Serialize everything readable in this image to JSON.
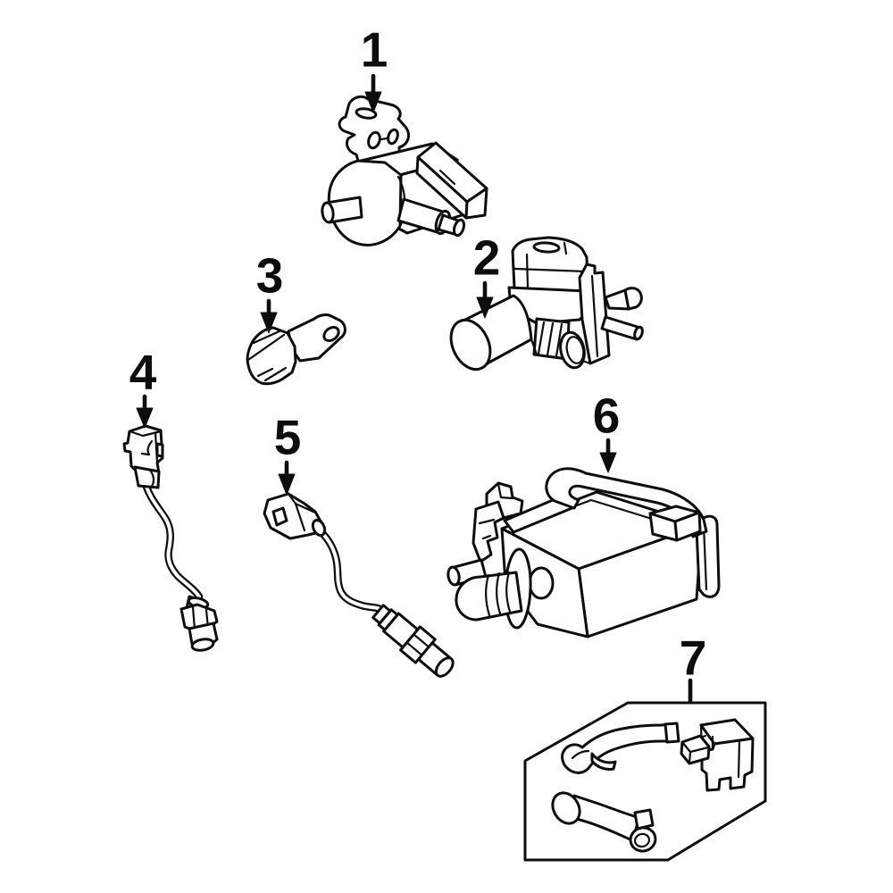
{
  "page": {
    "background_color": "#ffffff",
    "line_color": "#0d0d0d"
  },
  "callouts": [
    {
      "number": "1"
    },
    {
      "number": "2"
    },
    {
      "number": "3"
    },
    {
      "number": "4"
    },
    {
      "number": "5"
    },
    {
      "number": "6"
    },
    {
      "number": "7"
    }
  ]
}
